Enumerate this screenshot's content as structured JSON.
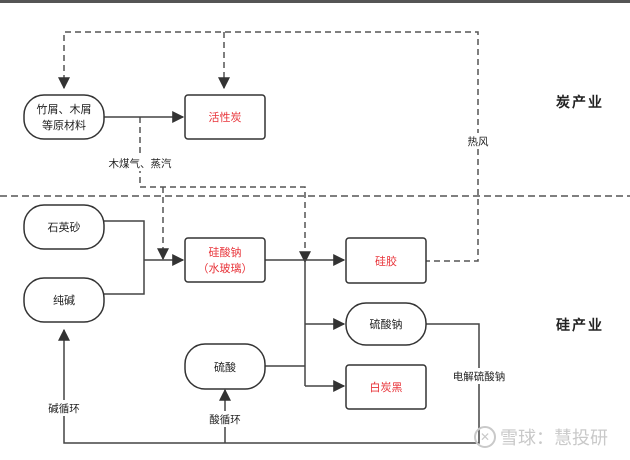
{
  "sections": {
    "carbon": "炭产业",
    "silicon": "硅产业"
  },
  "nodes": {
    "raw_materials": {
      "line1": "竹屑、木屑",
      "line2": "等原材料",
      "shape": "rounded",
      "highlight": false
    },
    "activated_carbon": {
      "label": "活性炭",
      "shape": "rect",
      "highlight": true
    },
    "quartz_sand": {
      "label": "石英砂",
      "shape": "rounded",
      "highlight": false
    },
    "soda_ash": {
      "label": "纯碱",
      "shape": "rounded",
      "highlight": false
    },
    "sodium_silicate": {
      "line1": "硅酸钠",
      "line2": "（水玻璃）",
      "shape": "rect",
      "highlight": true
    },
    "silica_gel": {
      "label": "硅胶",
      "shape": "rect",
      "highlight": true
    },
    "sodium_sulfate": {
      "label": "硫酸钠",
      "shape": "rounded",
      "highlight": false
    },
    "white_carbon_black": {
      "label": "白炭黑",
      "shape": "rect",
      "highlight": true
    },
    "sulfuric_acid": {
      "label": "硫酸",
      "shape": "rounded",
      "highlight": false
    }
  },
  "edge_labels": {
    "wood_gas_steam": "木煤气、蒸汽",
    "hot_air": "热风",
    "alkali_cycle": "碱循环",
    "acid_cycle": "酸循环",
    "electrolysis": "电解硫酸钠"
  },
  "watermark": {
    "logo": "✕",
    "text": "雪球：慧投研"
  },
  "colors": {
    "highlight_text": "#e8343a",
    "line": "#444444",
    "dashed_line": "#555555"
  }
}
